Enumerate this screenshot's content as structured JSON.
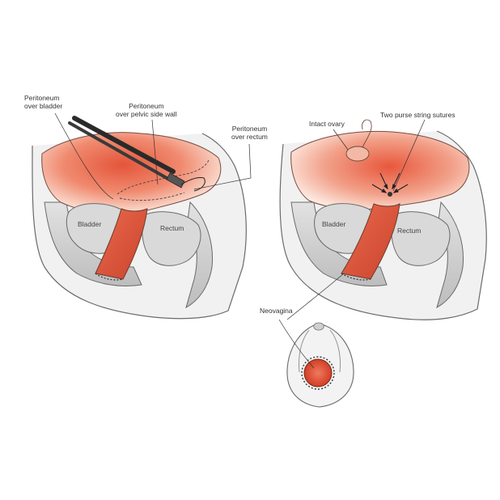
{
  "colors": {
    "tissue_red": "#e4553a",
    "tissue_light": "#f6c8b6",
    "outline": "#5a5a5a",
    "background": "#ffffff"
  },
  "left_panel": {
    "labels": {
      "peritoneum_bladder": [
        "Peritoneum",
        "over bladder"
      ],
      "peritoneum_sidewall": [
        "Peritoneum",
        "over pelvic side wall"
      ],
      "peritoneum_rectum": [
        "Peritoneum",
        "over rectum"
      ]
    },
    "organs": {
      "bladder": "Bladder",
      "rectum": "Rectum"
    }
  },
  "right_panel": {
    "labels": {
      "intact_ovary": "Intact ovary",
      "purse_string": "Two purse string sutures"
    },
    "organs": {
      "bladder": "Bladder",
      "rectum": "Rectum"
    }
  },
  "inset": {
    "label": "Neovagina"
  }
}
